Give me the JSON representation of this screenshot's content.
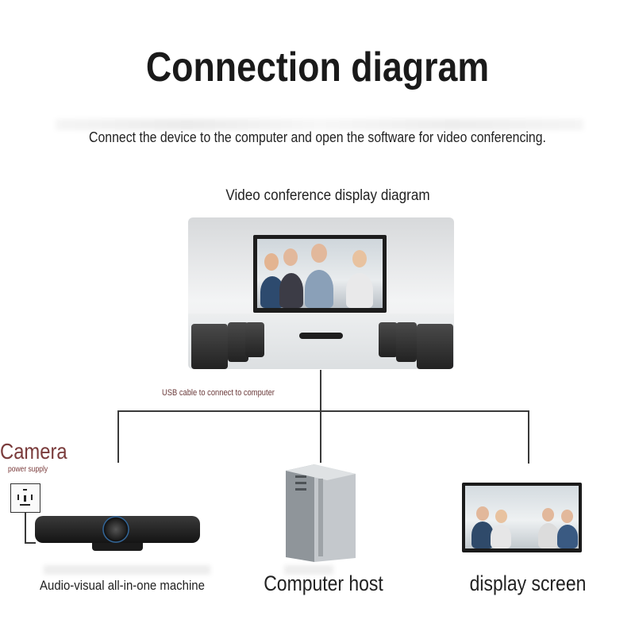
{
  "header": {
    "title": "Connection diagram",
    "subtitle": "Connect the device to the computer and open the software for video conferencing."
  },
  "diagram": {
    "heading": "Video conference display diagram",
    "usb_label": "USB cable to connect to computer",
    "camera_label": "Camera",
    "power_label": "power supply",
    "devices": [
      {
        "label": "Audio-visual all-in-one machine",
        "icon": "soundbar-camera-icon"
      },
      {
        "label": "Computer host",
        "icon": "computer-tower-icon"
      },
      {
        "label": "display screen",
        "icon": "display-screen-icon"
      }
    ],
    "accent_color": "#7a3b3b",
    "line_color": "#3a3a3a"
  }
}
